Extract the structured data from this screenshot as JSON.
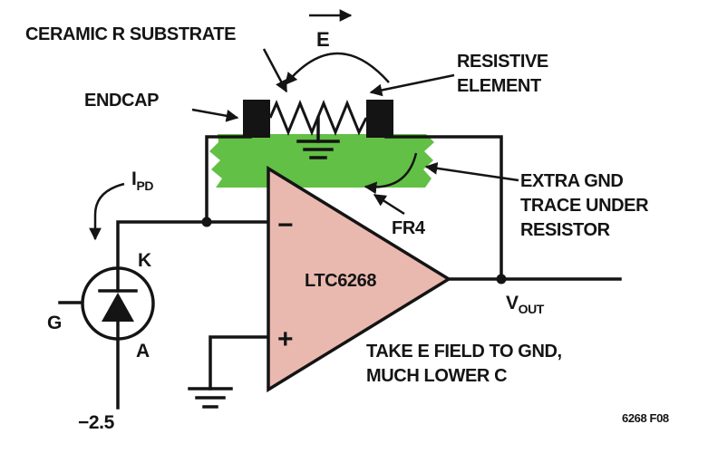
{
  "figure": {
    "labels": {
      "ceramic_substrate": "CERAMIC R SUBSTRATE",
      "endcap": "ENDCAP",
      "e_field": "E",
      "resistive_element": [
        "RESISTIVE",
        "ELEMENT"
      ],
      "extra_gnd": [
        "EXTRA GND",
        "TRACE UNDER",
        "RESISTOR"
      ],
      "fr4": "FR4",
      "take_e_field": [
        "TAKE E FIELD TO GND,",
        "MUCH LOWER C"
      ],
      "photodiode": {
        "current_main": "I",
        "current_sub": "PD",
        "cathode": "K",
        "anode": "A",
        "gate": "G",
        "bias": "−2.5"
      },
      "opamp": {
        "part": "LTC6268",
        "minus": "−",
        "plus": "+"
      },
      "vout_main": "V",
      "vout_sub": "OUT",
      "fig_number": "6268 F08"
    },
    "colors": {
      "line": "#141414",
      "opamp_fill": "#e9b9b0",
      "board_green": "#61c045",
      "fig_number": "#996515",
      "background": "#ffffff"
    }
  }
}
